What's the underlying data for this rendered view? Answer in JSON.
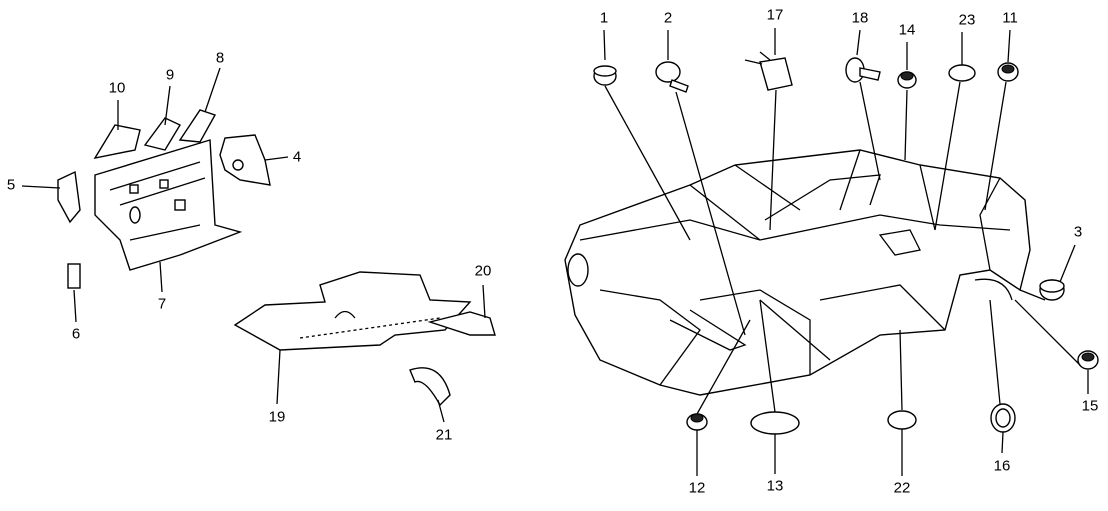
{
  "diagram": {
    "callouts": {
      "c1": "1",
      "c2": "2",
      "c3": "3",
      "c4": "4",
      "c5": "5",
      "c6": "6",
      "c7": "7",
      "c8": "8",
      "c9": "9",
      "c10": "10",
      "c11": "11",
      "c12": "12",
      "c13": "13",
      "c14": "14",
      "c15": "15",
      "c16": "16",
      "c17": "17",
      "c18": "18",
      "c19": "19",
      "c20": "20",
      "c21": "21",
      "c22": "22",
      "c23": "23"
    }
  }
}
